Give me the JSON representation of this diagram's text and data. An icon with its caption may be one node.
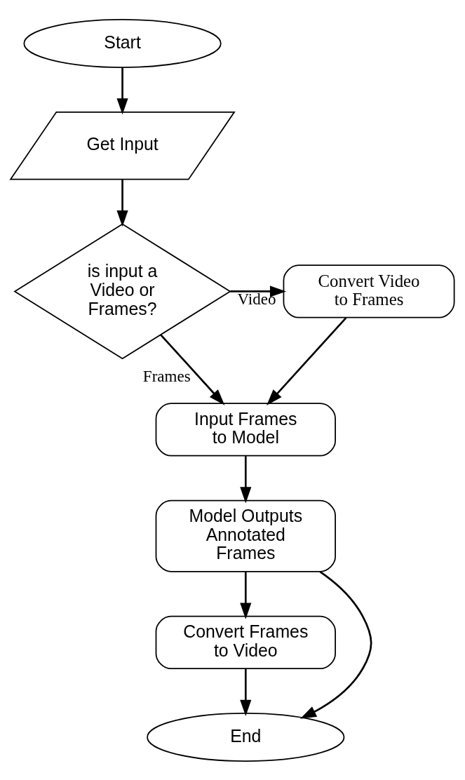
{
  "diagram": {
    "nodes": [
      {
        "text": [
          "Start"
        ]
      },
      {
        "text": [
          "Get Input"
        ]
      },
      {
        "text": [
          "is input a Video or Frames?"
        ]
      },
      {
        "text": [
          "Convert Video to Frames"
        ]
      },
      {
        "text": [
          "Input Frames to Model"
        ]
      },
      {
        "text": [
          "Model Outputs Annotated Frames"
        ]
      },
      {
        "text": [
          "Convert Frames to Video"
        ]
      },
      {
        "text": [
          "End"
        ]
      }
    ],
    "edges": [
      {
        "from": 0,
        "to": 1,
        "arrow": "to"
      },
      {
        "from": 1,
        "to": 2,
        "arrow": "to"
      },
      {
        "from": 2,
        "to": 3,
        "arrow": "to",
        "label": "Video"
      },
      {
        "from": 2,
        "to": 4,
        "arrow": "to",
        "label": "Frames"
      },
      {
        "from": 3,
        "to": 4,
        "arrow": "to"
      },
      {
        "from": 4,
        "to": 5,
        "arrow": "to"
      },
      {
        "from": 5,
        "to": 6,
        "arrow": "to"
      },
      {
        "from": 6,
        "to": 7,
        "arrow": "to"
      },
      {
        "from": 5,
        "to": 7,
        "arrow": "to"
      }
    ]
  }
}
